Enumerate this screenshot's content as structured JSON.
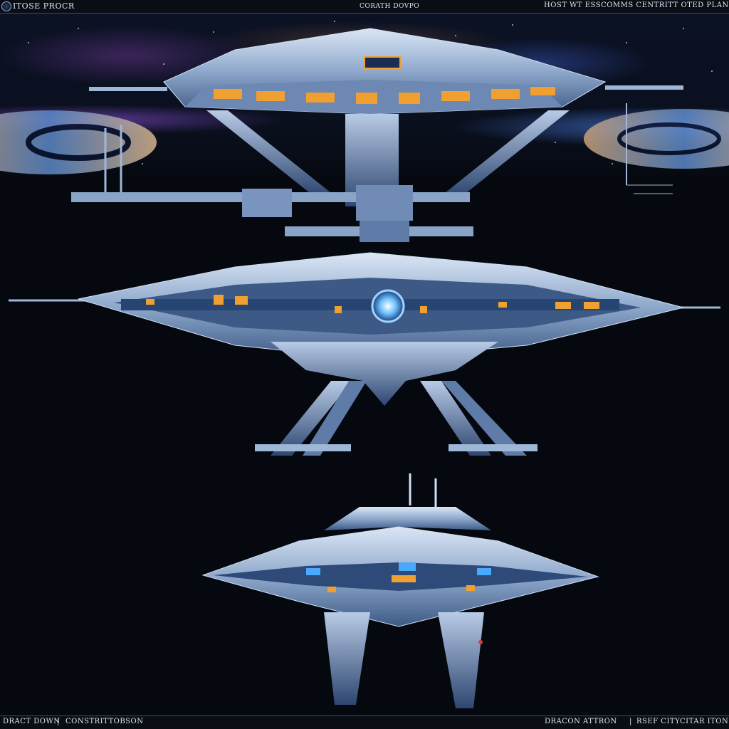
{
  "header": {
    "left_title": "ITOSE PROCR",
    "center_title": "CORATH DOVPO",
    "right_title": "HOST WT ESSCOMMS CENTRITT OTED PLANN"
  },
  "footer": {
    "left_label": "DRACT DOWN",
    "center_label": "CONSTRITTOBSON",
    "right_label_1": "DRACON ATTRON",
    "right_label_2": "RSEF CITYCITAR ITON"
  },
  "colors": {
    "background": "#05080e",
    "hull": "#9fb7d6",
    "hull_dark": "#3d5a86",
    "glow_orange": "#f0a030",
    "glow_blue": "#4aa8ff"
  }
}
